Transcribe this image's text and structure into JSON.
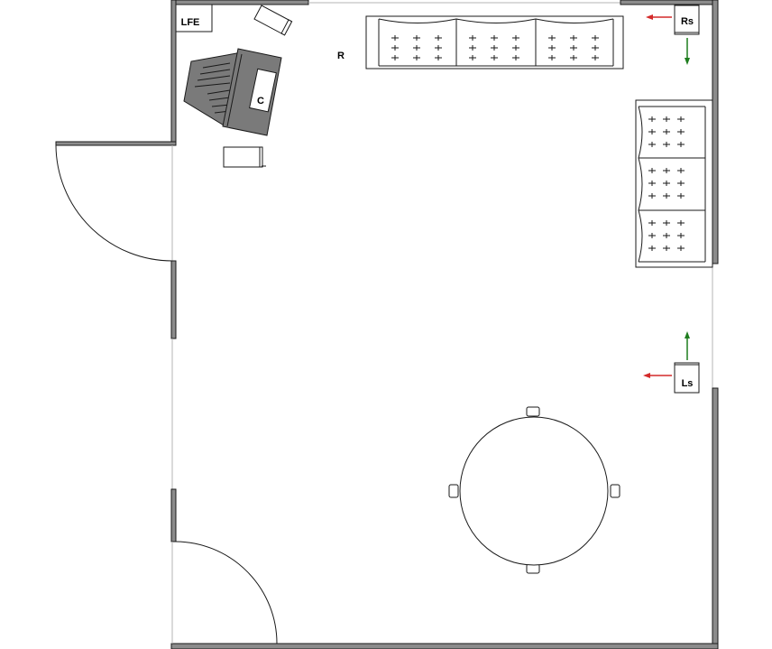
{
  "labels": {
    "lfe": "LFE",
    "center": "C",
    "right": "R",
    "right_surround": "Rs",
    "left_surround": "Ls"
  },
  "colors": {
    "wall": "#8c8c8c",
    "furniture_dark": "#7a7a7a",
    "arrow_horizontal": "#d42a2a",
    "arrow_vertical": "#1e7d1e"
  },
  "furniture": {
    "sofa_top_cushions": 3,
    "sofa_right_cushions": 3,
    "table_chairs": 4
  }
}
